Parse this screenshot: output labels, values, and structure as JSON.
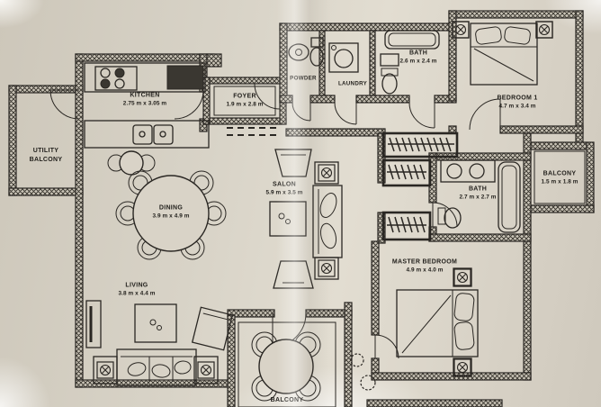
{
  "rooms": {
    "utility_balcony": {
      "name": "UTILITY BALCONY",
      "dims": ""
    },
    "kitchen": {
      "name": "KITCHEN",
      "dims": "2.75 m x 3.05 m"
    },
    "foyer": {
      "name": "FOYER",
      "dims": "1.9 m x 2.8 m"
    },
    "powder": {
      "name": "POWDER",
      "dims": ""
    },
    "laundry": {
      "name": "LAUNDRY",
      "dims": ""
    },
    "bath_guest": {
      "name": "BATH",
      "dims": "2.6 m x 2.4 m"
    },
    "bedroom1": {
      "name": "BEDROOM 1",
      "dims": "4.7 m x 3.4 m"
    },
    "balcony_right": {
      "name": "BALCONY",
      "dims": "1.5 m x 1.8 m"
    },
    "bath_master": {
      "name": "BATH",
      "dims": "2.7 m x 2.7 m"
    },
    "salon": {
      "name": "SALON",
      "dims": "5.9 m x 3.5 m"
    },
    "dining": {
      "name": "DINING",
      "dims": "3.9 m x 4.9 m"
    },
    "living": {
      "name": "LIVING",
      "dims": "3.8 m x 4.4 m"
    },
    "master_bedroom": {
      "name": "MASTER BEDROOM",
      "dims": "4.9 m x 4.0 m"
    },
    "balcony_bottom": {
      "name": "BALCONY",
      "dims": ""
    }
  },
  "colors": {
    "ink": "#2a2723",
    "paper": "#d8d3c7"
  }
}
